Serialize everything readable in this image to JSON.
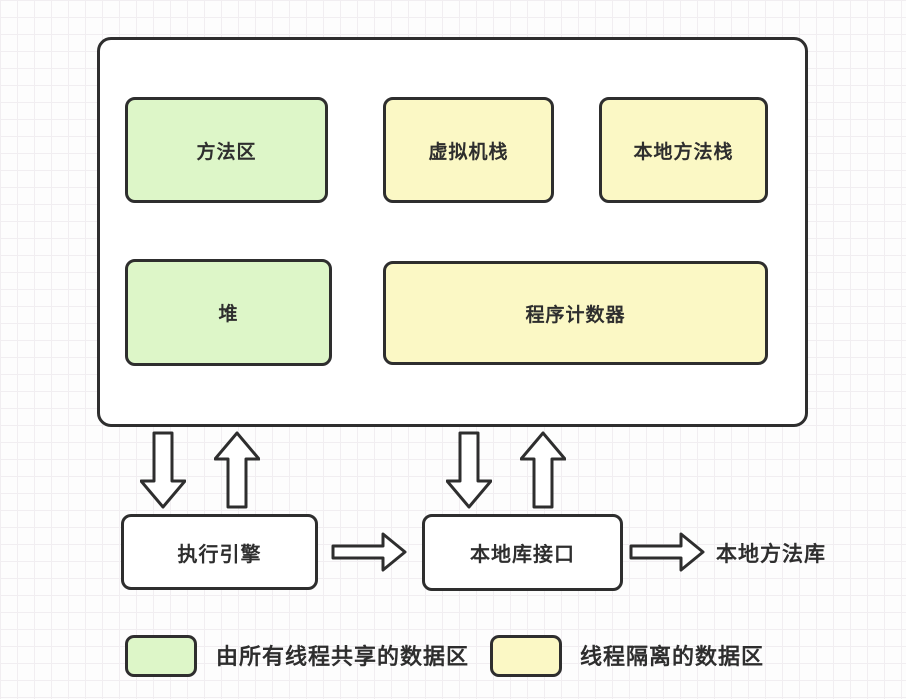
{
  "diagram": {
    "title_hint": "JVM runtime data areas diagram",
    "nodes": [
      {
        "id": "method-area",
        "label": "方法区",
        "category": "shared"
      },
      {
        "id": "vm-stack",
        "label": "虚拟机栈",
        "category": "isolated"
      },
      {
        "id": "native-method-stack",
        "label": "本地方法栈",
        "category": "isolated"
      },
      {
        "id": "heap",
        "label": "堆",
        "category": "shared"
      },
      {
        "id": "program-counter",
        "label": "程序计数器",
        "category": "isolated"
      },
      {
        "id": "execution-engine",
        "label": "执行引擎",
        "category": "plain"
      },
      {
        "id": "native-interface",
        "label": "本地库接口",
        "category": "plain"
      }
    ],
    "external_label": "本地方法库",
    "legend": [
      {
        "label": "由所有线程共享的数据区",
        "color": "#ddf6c8"
      },
      {
        "label": "线程隔离的数据区",
        "color": "#fbf8c5"
      }
    ],
    "colors": {
      "shared_fill": "#ddf6c8",
      "isolated_fill": "#fbf8c5",
      "stroke": "#2e2e2e",
      "grid_line": "#f1eef1"
    }
  }
}
